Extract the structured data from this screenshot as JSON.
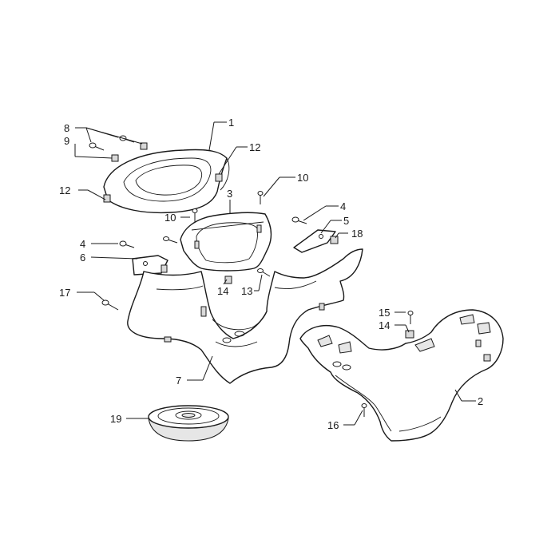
{
  "callouts": [
    {
      "id": "c1",
      "text": "1"
    },
    {
      "id": "c2",
      "text": "2"
    },
    {
      "id": "c3",
      "text": "3"
    },
    {
      "id": "c4a",
      "text": "4"
    },
    {
      "id": "c4b",
      "text": "4"
    },
    {
      "id": "c5",
      "text": "5"
    },
    {
      "id": "c6",
      "text": "6"
    },
    {
      "id": "c7",
      "text": "7"
    },
    {
      "id": "c8",
      "text": "8"
    },
    {
      "id": "c9",
      "text": "9"
    },
    {
      "id": "c10a",
      "text": "10"
    },
    {
      "id": "c10b",
      "text": "10"
    },
    {
      "id": "c12a",
      "text": "12"
    },
    {
      "id": "c12b",
      "text": "12"
    },
    {
      "id": "c13",
      "text": "13"
    },
    {
      "id": "c14a",
      "text": "14"
    },
    {
      "id": "c14b",
      "text": "14"
    },
    {
      "id": "c15",
      "text": "15"
    },
    {
      "id": "c16",
      "text": "16"
    },
    {
      "id": "c17",
      "text": "17"
    },
    {
      "id": "c18",
      "text": "18"
    },
    {
      "id": "c19",
      "text": "19"
    }
  ]
}
